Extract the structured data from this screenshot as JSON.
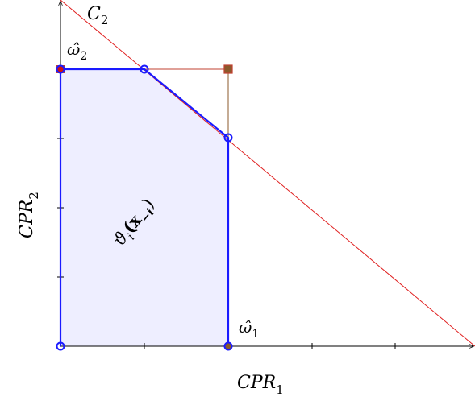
{
  "labels": {
    "x_axis": "CPR",
    "x_axis_sub": "1",
    "y_axis": "CPR",
    "y_axis_sub": "2",
    "curve": "C",
    "curve_sub": "2",
    "omega1": "ω̂",
    "omega1_sub": "1",
    "omega2": "ω̂",
    "omega2_sub": "2",
    "region": "ϑ",
    "region_sub": "i",
    "region_arg": "(x",
    "region_arg_sub": "−i",
    "region_close": ")"
  },
  "colors": {
    "axis": "#000000",
    "line_c2": "#e02020",
    "box": "#c04030",
    "box_side": "#8b5a2b",
    "region_stroke": "#1a1aff",
    "region_fill": "#eeeeff",
    "point_fill_red": "#d01010",
    "point_fill_brown": "#8b5a2b"
  }
}
